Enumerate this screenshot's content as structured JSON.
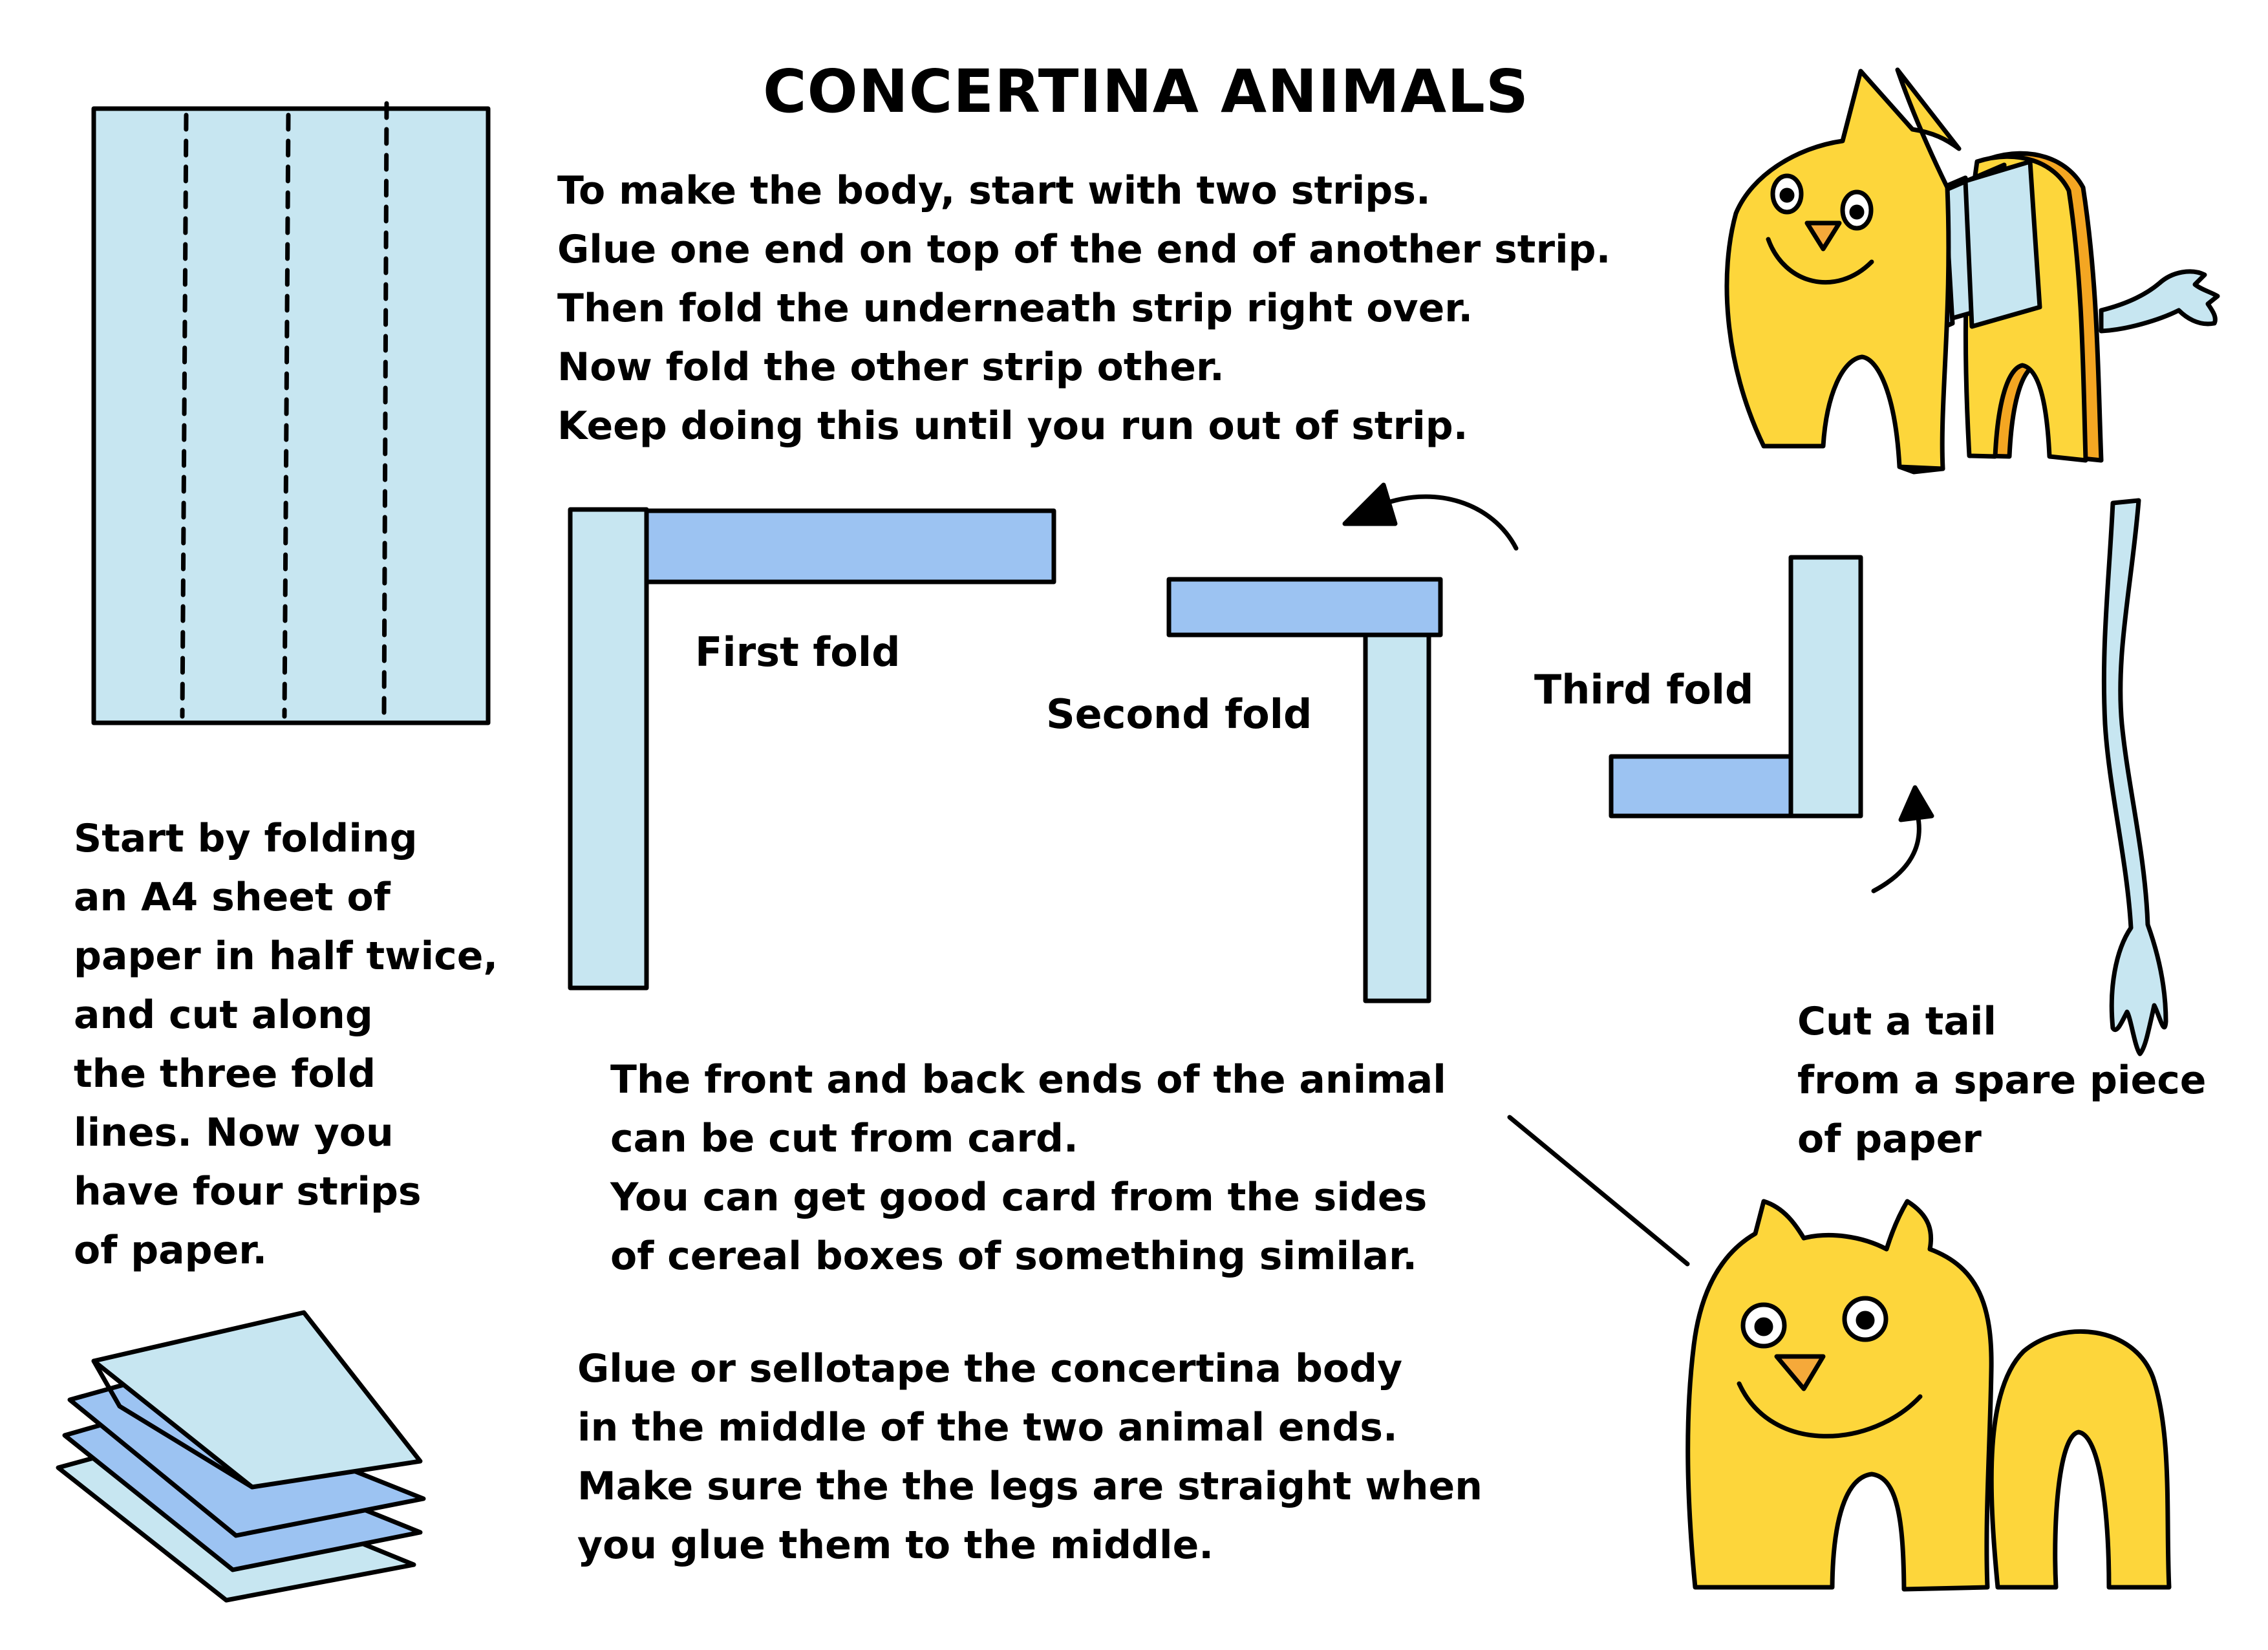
{
  "title": "CONCERTINA ANIMALS",
  "steps": {
    "strips_intro": "Start by folding\nan A4 sheet of\npaper in half twice,\nand cut along\nthe three fold\nlines. Now you\nhave four strips\nof paper.",
    "body_instructions": "To make the body, start with two strips.\nGlue one end on top of the end of another strip.\nThen fold the underneath strip right over.\nNow fold the other strip other.\nKeep doing this until you run out of strip.",
    "ends_instructions": "The front and back ends of the animal\ncan be cut from card.\nYou can get good card from the sides\nof cereal boxes of something similar.",
    "assemble_instructions": "Glue or sellotape the concertina body\nin the middle of the two animal ends.\nMake sure the the legs are straight when\nyou glue them to the middle.",
    "tail_instructions": "Cut a tail\nfrom a spare piece\nof paper"
  },
  "fold_labels": {
    "first": "First fold",
    "second": "Second fold",
    "third": "Third fold"
  },
  "colors": {
    "light_strip": "#c7e6f1",
    "dark_strip": "#9cc3f2",
    "animal_yellow": "#fdd63b",
    "animal_orange": "#f4a622",
    "beak_orange": "#f5a93a",
    "outline": "#000000"
  }
}
